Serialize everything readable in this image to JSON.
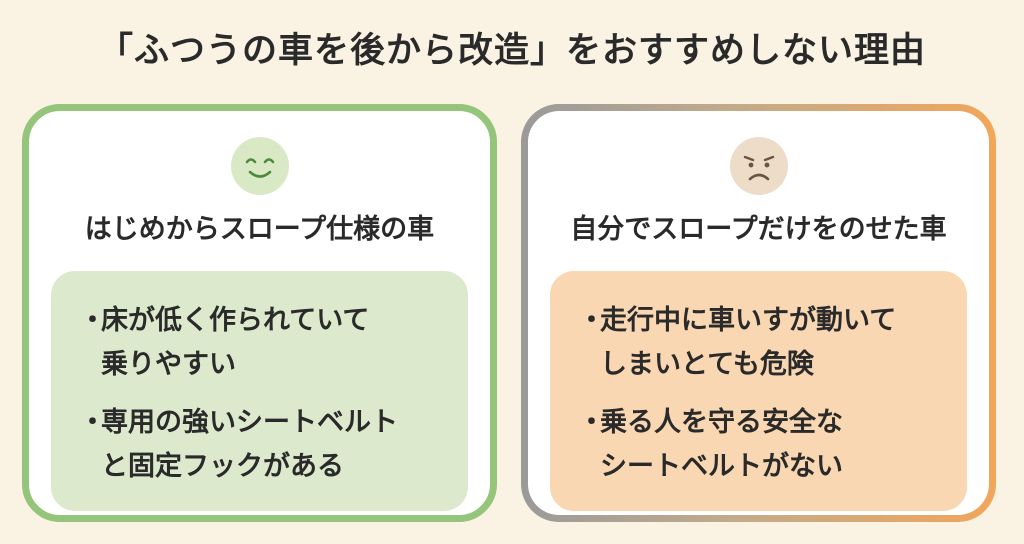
{
  "title": "「ふつうの車を後から改造」をおすすめしない理由",
  "cards": [
    {
      "face_icon": "smiling-face-icon",
      "heading": "はじめからスロープ仕様の車",
      "color": "#94c57a",
      "bullets": [
        "床が低く作られていて\n乗りやすい",
        "専用の強いシートベルト\nと固定フックがある"
      ]
    },
    {
      "face_icon": "worried-face-icon",
      "heading": "自分でスロープだけをのせた車",
      "color": "#f2a65a",
      "bullets": [
        "走行中に車いすが動いて\nしまいとても危険",
        "乗る人を守る安全な\nシートベルトがない"
      ]
    }
  ]
}
